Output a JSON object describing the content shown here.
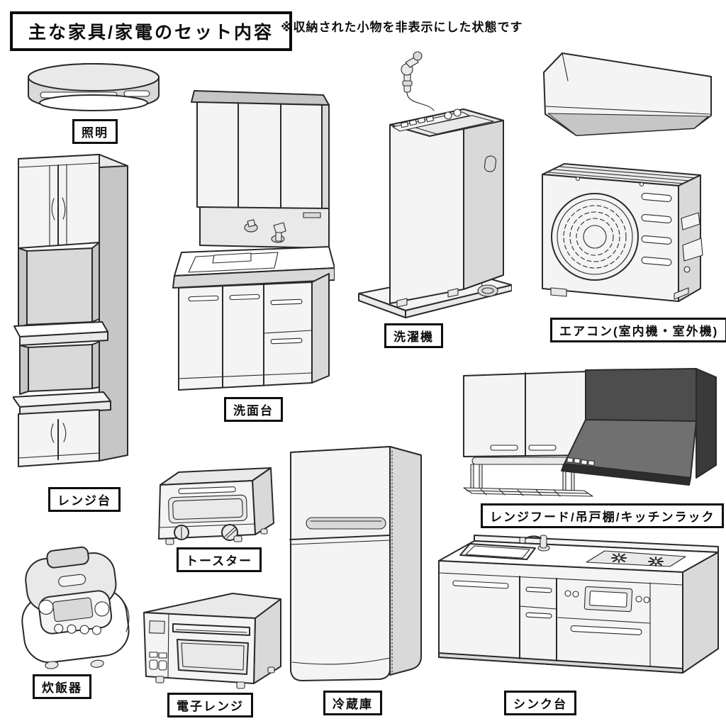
{
  "page": {
    "title": "主な家具/家電のセット内容",
    "note": "※収納された小物を非表示にした状態です"
  },
  "items": [
    {
      "id": "ceiling-light",
      "label": "照明"
    },
    {
      "id": "range-stand",
      "label": "レンジ台"
    },
    {
      "id": "vanity",
      "label": "洗面台"
    },
    {
      "id": "washing-machine",
      "label": "洗濯機"
    },
    {
      "id": "air-conditioner",
      "label": "エアコン(室内機・室外機)"
    },
    {
      "id": "range-hood-set",
      "label": "レンジフード/吊戸棚/キッチンラック"
    },
    {
      "id": "toaster",
      "label": "トースター"
    },
    {
      "id": "rice-cooker",
      "label": "炊飯器"
    },
    {
      "id": "microwave",
      "label": "電子レンジ"
    },
    {
      "id": "refrigerator",
      "label": "冷蔵庫"
    },
    {
      "id": "sink-unit",
      "label": "シンク台"
    }
  ],
  "colors": {
    "background": "#ffffff",
    "outline": "#2a2a2a",
    "body_light": "#f4f4f4",
    "body_mid": "#e9e9e9",
    "body_shade": "#d9d9d9",
    "hood_dark": "#4d4d4d",
    "hood_slope": "#707070",
    "hood_side": "#3a3a3a"
  }
}
